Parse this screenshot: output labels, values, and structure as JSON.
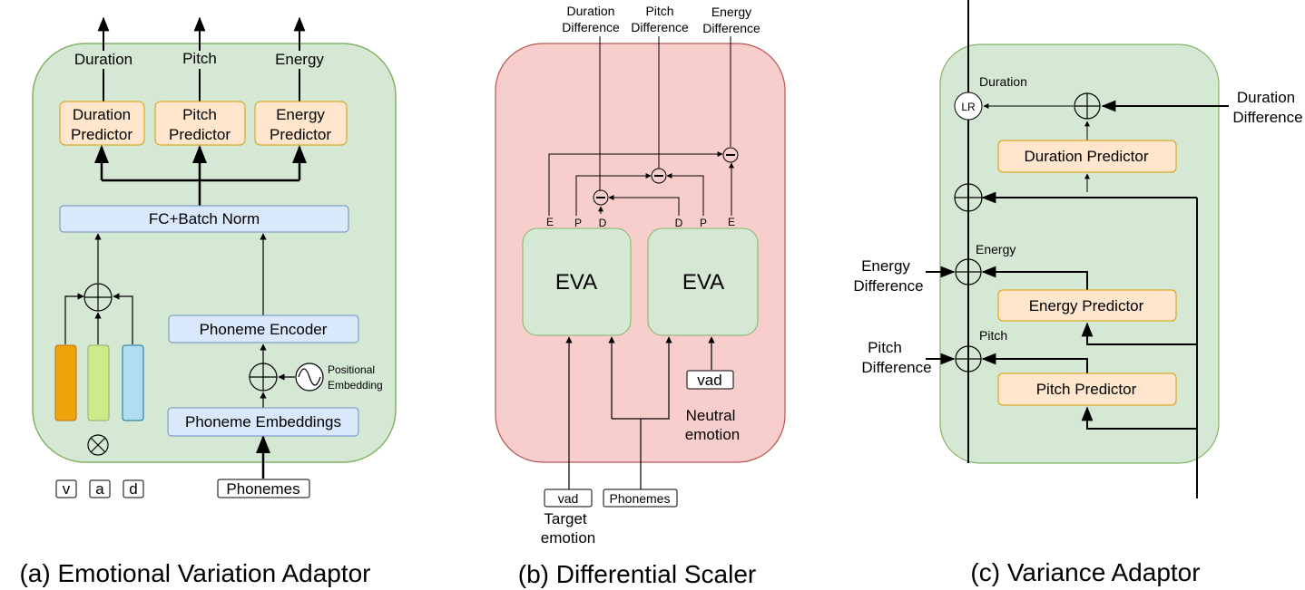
{
  "panel_a": {
    "caption": "(a) Emotional Variation Adaptor",
    "out_duration": "Duration",
    "out_pitch": "Pitch",
    "out_energy": "Energy",
    "duration_predictor_l1": "Duration",
    "duration_predictor_l2": "Predictor",
    "pitch_predictor_l1": "Pitch",
    "pitch_predictor_l2": "Predictor",
    "energy_predictor_l1": "Energy",
    "energy_predictor_l2": "Predictor",
    "fc_batch_norm": "FC+Batch Norm",
    "phoneme_encoder": "Phoneme Encoder",
    "phoneme_embeddings": "Phoneme Embeddings",
    "positional_l1": "Positional",
    "positional_l2": "Embedding",
    "phonemes": "Phonemes",
    "v": "v",
    "a": "a",
    "d": "d"
  },
  "panel_b": {
    "caption": "(b) Differential Scaler",
    "duration_diff_l1": "Duration",
    "duration_diff_l2": "Difference",
    "pitch_diff_l1": "Pitch",
    "pitch_diff_l2": "Difference",
    "energy_diff_l1": "Energy",
    "energy_diff_l2": "Difference",
    "eva_left": "EVA",
    "eva_right": "EVA",
    "port_e": "E",
    "port_p": "P",
    "port_d": "D",
    "vad": "vad",
    "neutral_l1": "Neutral",
    "neutral_l2": "emotion",
    "target_l1": "Target",
    "target_l2": "emotion",
    "phonemes": "Phonemes",
    "minus": "−"
  },
  "panel_c": {
    "caption": "(c) Variance Adaptor",
    "duration": "Duration",
    "lr": "LR",
    "duration_diff_l1": "Duration",
    "duration_diff_l2": "Difference",
    "duration_predictor": "Duration Predictor",
    "energy": "Energy",
    "energy_diff_l1": "Energy",
    "energy_diff_l2": "Difference",
    "energy_predictor": "Energy Predictor",
    "pitch": "Pitch",
    "pitch_diff_l1": "Pitch",
    "pitch_diff_l2": "Difference",
    "pitch_predictor": "Pitch Predictor"
  },
  "colors": {
    "green_bg": "#d5e8d4",
    "green_stroke": "#82b366",
    "red_bg": "#f8cecc",
    "red_stroke": "#b85450",
    "orange_bg": "#ffe6cc",
    "orange_stroke": "#d79b00",
    "blue_bg": "#dae8fc",
    "blue_stroke": "#6c8ebf",
    "v_bar": "#f0a30a",
    "a_bar": "#cdeb8b",
    "d_bar": "#b1ddf0"
  }
}
